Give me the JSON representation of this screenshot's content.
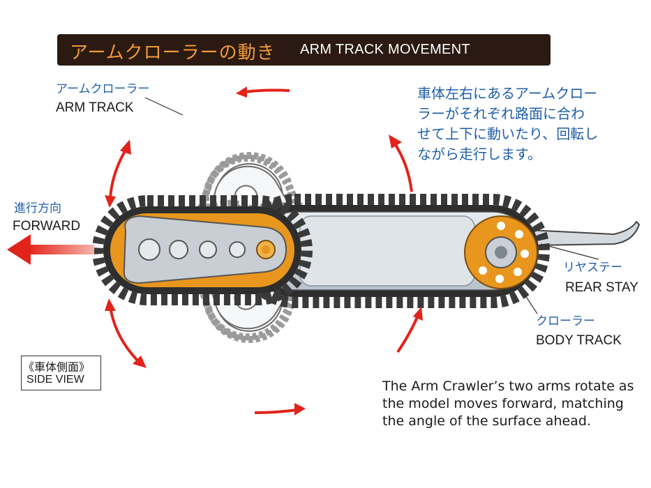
{
  "banner": {
    "title_jp": "アームクローラーの動き",
    "title_en": "ARM TRACK MOVEMENT"
  },
  "labels": {
    "arm_track_jp": "アームクローラー",
    "arm_track_en": "ARM TRACK",
    "forward_jp": "進行方向",
    "forward_en": "FORWARD",
    "rear_stay_jp": "リヤステー",
    "rear_stay_en": "REAR STAY",
    "body_track_jp": "クローラー",
    "body_track_en": "BODY TRACK"
  },
  "description_jp": [
    "車体左右にあるアームクロー",
    "ラーがそれぞれ路面に合わ",
    "せて上下に動いたり、回転し",
    "ながら走行します。"
  ],
  "description_en": [
    "The Arm Crawler’s two arms rotate as",
    "the model moves forward, matching",
    "the angle of the surface ahead."
  ],
  "side_view": {
    "jp": "《車体側面》",
    "en": "SIDE VIEW"
  },
  "colors": {
    "arrow_red": "#e2231a",
    "wheel_orange": "#e8961e",
    "label_blue": "#1f5ea8",
    "banner_bg": "#2a1a12"
  }
}
